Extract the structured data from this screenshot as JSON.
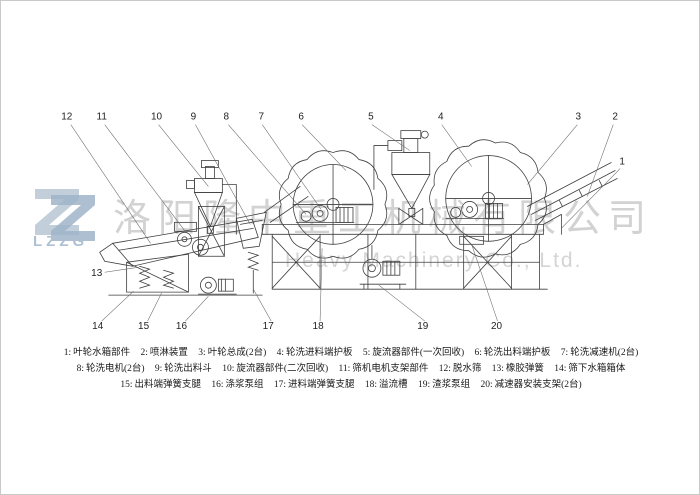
{
  "watermark": {
    "logo_text": "LZZG",
    "company_cn": "洛阳隆中重工机械有限公司",
    "company_en": "Heavy Machinery Co., Ltd.",
    "text_color": "#d2d2d2",
    "logo_color": "#aec0d2"
  },
  "drawing": {
    "line_color": "#3f3f3f",
    "leader_color": "#666666",
    "parts": [
      "impeller-water-tank",
      "spray-device",
      "impeller-assembly",
      "wheel-feed-end-guard",
      "hydrocyclone-primary",
      "wheel-discharge-end-guard",
      "wheel-gear-reducer",
      "wheel-motor",
      "wheel-discharge-hopper",
      "hydrocyclone-secondary",
      "screen-motor-bracket",
      "dewatering-screen",
      "rubber-spring",
      "under-screen-water-tank",
      "discharge-end-spring-leg",
      "slurry-pump-left",
      "feed-end-spring-leg",
      "overflow-trough",
      "slurry-pump-center",
      "reducer-mounting-bracket"
    ]
  },
  "callouts": [
    "1",
    "2",
    "3",
    "4",
    "5",
    "6",
    "7",
    "8",
    "9",
    "10",
    "11",
    "12",
    "13",
    "14",
    "15",
    "16",
    "17",
    "18",
    "19",
    "20"
  ],
  "legend": {
    "rows": [
      [
        {
          "num": "1:",
          "label": "叶轮水箱部件"
        },
        {
          "num": "2:",
          "label": "喷淋装置"
        },
        {
          "num": "3:",
          "label": "叶轮总成(2台)"
        },
        {
          "num": "4:",
          "label": "轮洗进料端护板"
        },
        {
          "num": "5:",
          "label": "旋流器部件(一次回收)"
        },
        {
          "num": "6:",
          "label": "轮洗出料端护板"
        },
        {
          "num": "7:",
          "label": "轮洗减速机(2台)"
        }
      ],
      [
        {
          "num": "8:",
          "label": "轮洗电机(2台)"
        },
        {
          "num": "9:",
          "label": "轮洗出料斗"
        },
        {
          "num": "10:",
          "label": "旋流器部件(二次回收)"
        },
        {
          "num": "11:",
          "label": "筛机电机支架部件"
        },
        {
          "num": "12:",
          "label": "脱水筛"
        },
        {
          "num": "13:",
          "label": "橡胶弹簧"
        },
        {
          "num": "14:",
          "label": "筛下水箱箱体"
        }
      ],
      [
        {
          "num": "15:",
          "label": "出料端弹簧支腿"
        },
        {
          "num": "16:",
          "label": "涤浆泵组"
        },
        {
          "num": "17:",
          "label": "进料端弹簧支腿"
        },
        {
          "num": "18:",
          "label": "溢流槽"
        },
        {
          "num": "19:",
          "label": "渣浆泵组"
        },
        {
          "num": "20:",
          "label": "减速器安装支架(2台)"
        }
      ]
    ]
  }
}
